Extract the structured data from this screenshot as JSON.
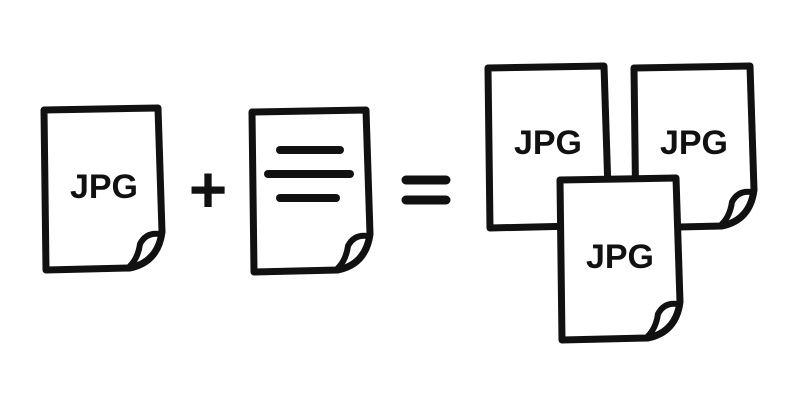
{
  "equation": {
    "input_file": {
      "type_label": "JPG",
      "icon": "jpg-file-icon"
    },
    "operator_plus": "+",
    "text_doc": {
      "icon": "text-document-icon"
    },
    "operator_equals": "=",
    "outputs": [
      {
        "type_label": "JPG",
        "icon": "jpg-file-icon"
      },
      {
        "type_label": "JPG",
        "icon": "jpg-file-icon"
      },
      {
        "type_label": "JPG",
        "icon": "jpg-file-icon"
      }
    ]
  },
  "colors": {
    "ink": "#111111",
    "paper": "#ffffff",
    "background": "#ffffff"
  }
}
